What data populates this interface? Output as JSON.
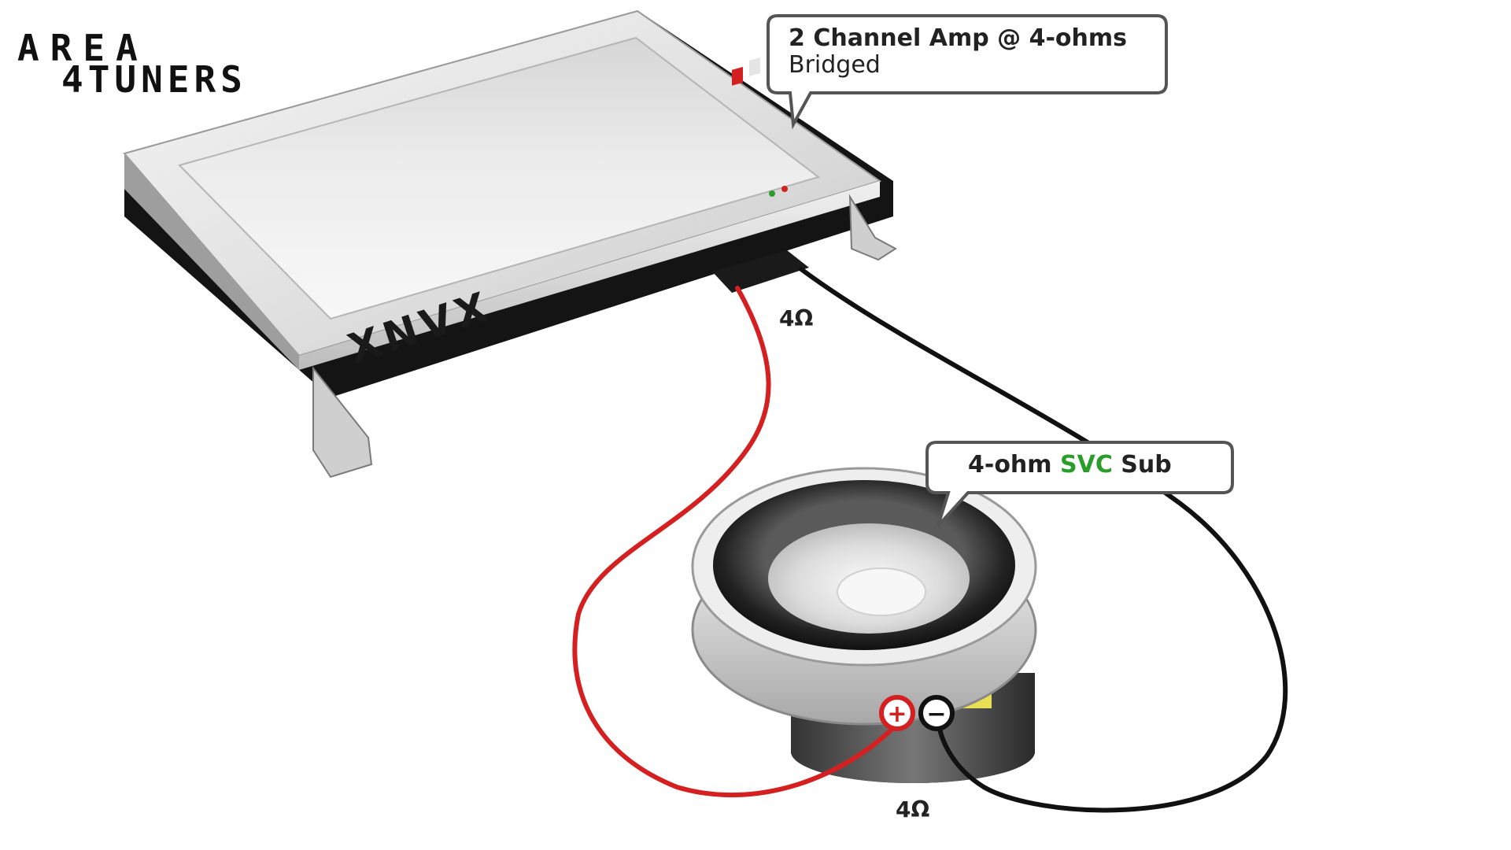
{
  "watermark": {
    "line1": "AREA",
    "line2": "4TUNERS"
  },
  "amp": {
    "brand": "XNVX",
    "callout_title": "2 Channel Amp @ 4-ohms",
    "callout_subtitle": "Bridged",
    "terminal_impedance": "4Ω"
  },
  "sub": {
    "callout_prefix": "4-ohm ",
    "callout_highlight": "SVC",
    "callout_suffix": " Sub",
    "impedance": "4Ω",
    "positive_symbol": "+",
    "negative_symbol": "−"
  },
  "colors": {
    "positive_wire": "#d42020",
    "negative_wire": "#111111",
    "highlight": "#2a9d2a"
  }
}
